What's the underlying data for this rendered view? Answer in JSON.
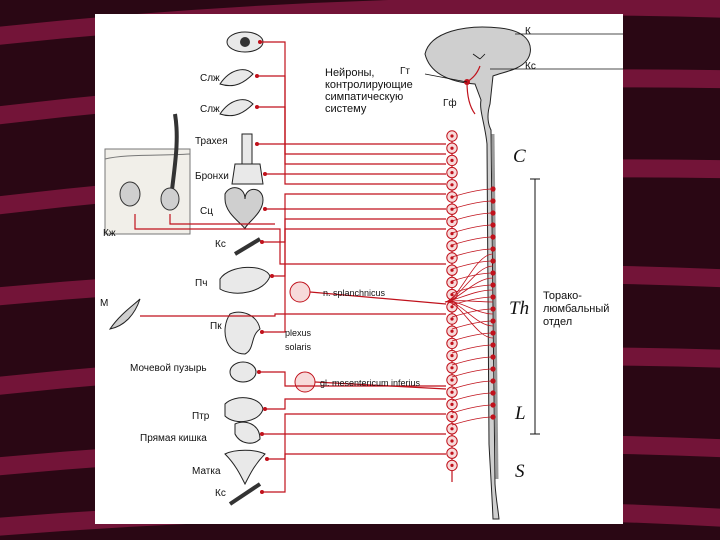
{
  "colors": {
    "background": "#2a0714",
    "stripe": "#8c1a44",
    "nerve": "#c0121c",
    "panel": "#ffffff"
  },
  "labels": {
    "k": "К",
    "kc_top": "Кс",
    "gt": "Гт",
    "gf": "Гф",
    "neurons_line1": "Нейроны,",
    "neurons_line2": "контролирующие",
    "neurons_line3": "симпатическую",
    "neurons_line4": "систему",
    "slzh1": "Слж",
    "slzh2": "Слж",
    "trachea": "Трахея",
    "bronchi": "Бронхи",
    "heart": "Сц",
    "kzh": "Кж",
    "kc_mid": "Кс",
    "liver": "Пч",
    "muscle": "М",
    "kidney": "Пк",
    "bladder": "Мочевой пузырь",
    "ureter": "Птр",
    "rectum": "Прямая кишка",
    "uterus": "Матка",
    "kc_bottom": "Кс",
    "splanchnicus": "n. splanchnicus",
    "plexus_line1": "plexus",
    "plexus_line2": "solaris",
    "mesentericum": "gl. mesentericum inferius",
    "seg_c": "C",
    "seg_th": "Th",
    "seg_l": "L",
    "seg_s": "S",
    "region_line1": "Торако-",
    "region_line2": "люмбальный",
    "region_line3": "отдел"
  }
}
